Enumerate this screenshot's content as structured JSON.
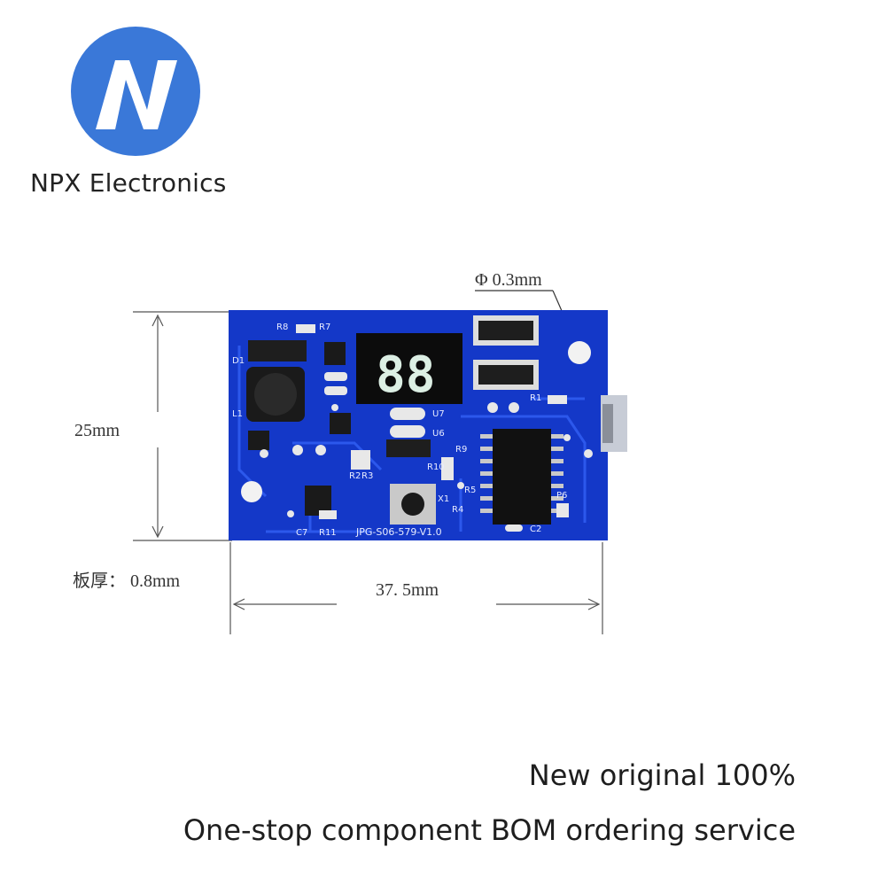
{
  "brand": {
    "logo_letter": "N",
    "name": "NPX Electronics",
    "logo_color": "#3a78d8"
  },
  "figure": {
    "board_color": "#1438c8",
    "height_label": "25mm",
    "width_label": "37. 5mm",
    "thickness_label": "板厚： 0.8mm",
    "hole_label": "Φ 0.3mm",
    "silkscreen": {
      "version": "JPG-S06-579-V1.0",
      "refs": [
        "R8",
        "R7",
        "D1",
        "L1",
        "R1",
        "U7",
        "U6",
        "R2",
        "R3",
        "R10",
        "R9",
        "R4",
        "R5",
        "X1",
        "C7",
        "R11",
        "C2",
        "P6"
      ],
      "display_digits": "88"
    }
  },
  "taglines": {
    "line1": "New original 100%",
    "line2": "One-stop component BOM ordering service"
  }
}
